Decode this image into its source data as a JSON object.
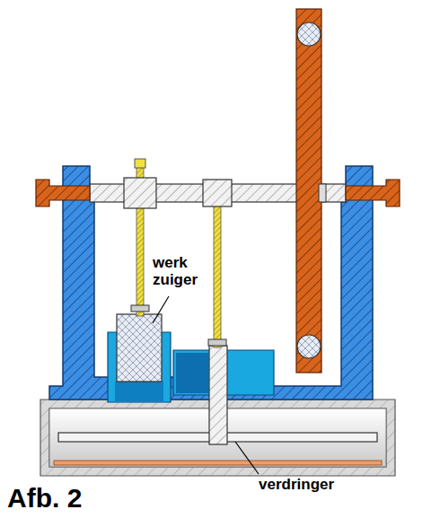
{
  "diagram": {
    "caption": "Afb. 2",
    "labels": [
      "werk zuiger",
      "verdringer"
    ]
  }
}
